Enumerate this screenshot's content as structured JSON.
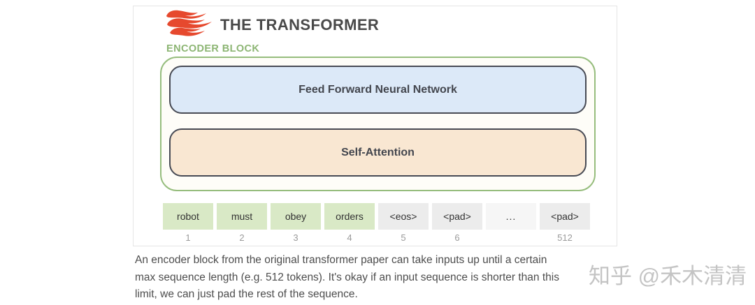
{
  "panel": {
    "title": "THE TRANSFORMER",
    "section_label": "ENCODER BLOCK",
    "encoder": {
      "ffnn_label": "Feed Forward Neural Network",
      "attention_label": "Self-Attention"
    },
    "tokens": [
      {
        "label": "robot",
        "index": "1",
        "kind": "word"
      },
      {
        "label": "must",
        "index": "2",
        "kind": "word"
      },
      {
        "label": "obey",
        "index": "3",
        "kind": "word"
      },
      {
        "label": "orders",
        "index": "4",
        "kind": "word"
      },
      {
        "label": "<eos>",
        "index": "5",
        "kind": "special"
      },
      {
        "label": "<pad>",
        "index": "6",
        "kind": "special"
      },
      {
        "label": "...",
        "index": "",
        "kind": "ellipsis"
      },
      {
        "label": "<pad>",
        "index": "512",
        "kind": "special"
      }
    ]
  },
  "caption": {
    "line1": "An encoder block from the original transformer paper can take inputs up until a certain",
    "line2": "max sequence length (e.g. 512 tokens). It's okay if an input sequence is shorter than this",
    "line3": "limit, we can just pad the rest of the sequence."
  },
  "watermark": "知乎 @禾木清清",
  "colors": {
    "flame_red": "#e6492e",
    "title_gray": "#494949",
    "encoder_green_text": "#8cb573",
    "encoder_green_border": "#96bd7d",
    "ffnn_fill_blue": "#dce9f8",
    "attention_fill_peach": "#f9e7d2",
    "inner_border_dark": "#474a54",
    "token_word_green": "#d9e9c6",
    "token_special_gray": "#ececec",
    "token_index_gray": "#9a9a9a",
    "caption_text": "#4d4d4d",
    "watermark_gray": "#c4c4c4"
  }
}
